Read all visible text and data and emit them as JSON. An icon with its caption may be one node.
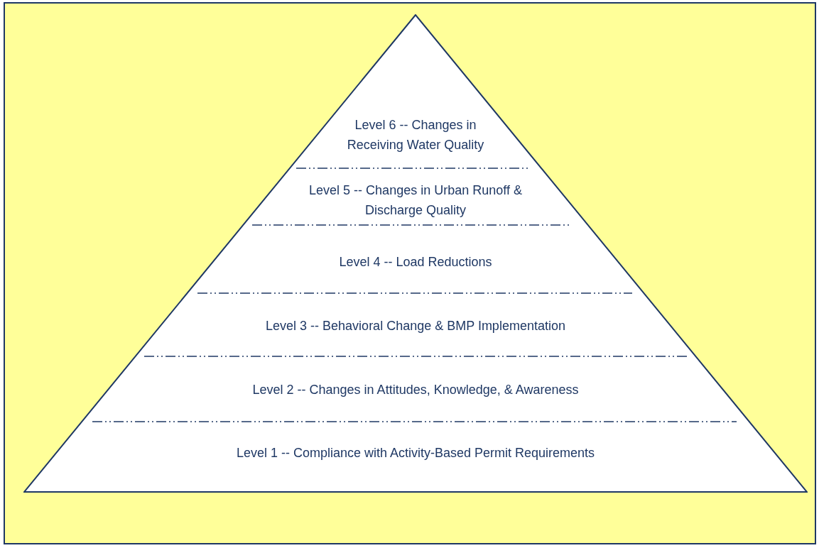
{
  "diagram": {
    "nodes": [
      {
        "text": [],
        "shape": "triangle"
      },
      {
        "text": [
          "Level 6 -- Changes in Receiving Water Quality"
        ],
        "in": 0
      },
      {
        "text": [
          "Level 5 -- Changes in Urban Runoff & Discharge Quality"
        ],
        "in": 0
      },
      {
        "text": [
          "Level 4 -- Load Reductions"
        ],
        "in": 0
      },
      {
        "text": [
          "Level 3 -- Behavioral Change & BMP Implementation"
        ],
        "in": 0
      },
      {
        "text": [
          "Level 2 -- Changes in Attitudes, Knowledge, & Awareness"
        ],
        "in": 0
      },
      {
        "text": [
          "Level 1 -- Compliance with Activity-Based Permit Requirements"
        ],
        "in": 0
      }
    ]
  }
}
